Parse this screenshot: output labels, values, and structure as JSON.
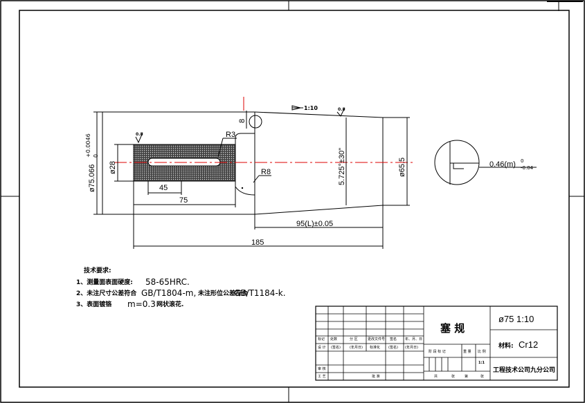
{
  "dimensions": {
    "dia_outer": "ø75.066",
    "dia_outer_tol": "+0.0046",
    "dia_outer_tol_low": "0",
    "dia_small": "ø28",
    "dia_right": "ø65.5",
    "len_slot": "45",
    "len_cut": "75",
    "len_taper": "95(L)±0.05",
    "len_total": "185",
    "radius_r3": "R3",
    "radius_r8": "R8",
    "angle": "5.725°±30\"",
    "taper_ratio": "1:10",
    "dim_8": "8",
    "roughness_small": "0.8",
    "roughness_top": "0.8",
    "detail_label": "0.46(m)",
    "detail_tol_upper": "0",
    "detail_tol_lower": "-0.04"
  },
  "tech_requirements": {
    "title": "技术要求:",
    "items": [
      {
        "prefix": "1、测量面表面硬度:",
        "value": "58-65HRC."
      },
      {
        "prefix": "2、未注尺寸公差符合",
        "value": "GB/T1804-m,",
        "prefix2": "未注形位公差符合",
        "value2": "GB/T1184-k."
      },
      {
        "prefix": "3、表面镀铬",
        "value": "m=0.3",
        "suffix": "网状滚花."
      }
    ]
  },
  "title_block": {
    "part_name": "塞  规",
    "scale_info": "ø75  1:10",
    "material_label": "材料:",
    "material": "Cr12",
    "company": "工程技术公司九分公司",
    "row_labels": [
      "标记",
      "处数",
      "分 区",
      "更改文件号",
      "签名",
      "年、月、日"
    ],
    "row2_labels": [
      "设 计",
      "(签名)",
      "(年月日)",
      "标准化",
      "(签名)",
      "(年月日)"
    ],
    "stage_labels": [
      "阶 段 标 记",
      "重 量",
      "比 例"
    ],
    "review_labels": [
      "审 核",
      "工 艺",
      "批 准"
    ],
    "sheet_labels": [
      "共",
      "张",
      "第",
      "张"
    ],
    "weight_value": "1:1"
  }
}
